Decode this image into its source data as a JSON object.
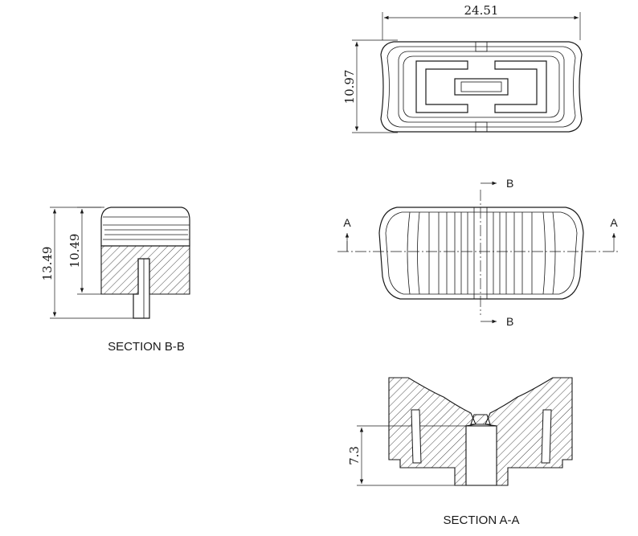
{
  "dimensions": {
    "top_width": "24.51",
    "top_height": "10.97",
    "section_b_total": "13.49",
    "section_b_body": "10.49",
    "section_a_height": "7.3"
  },
  "section_markers": {
    "a_left": "A",
    "a_right": "A",
    "b_top": "B",
    "b_bottom": "B"
  },
  "captions": {
    "section_b": "SECTION B-B",
    "section_a": "SECTION A-A"
  }
}
